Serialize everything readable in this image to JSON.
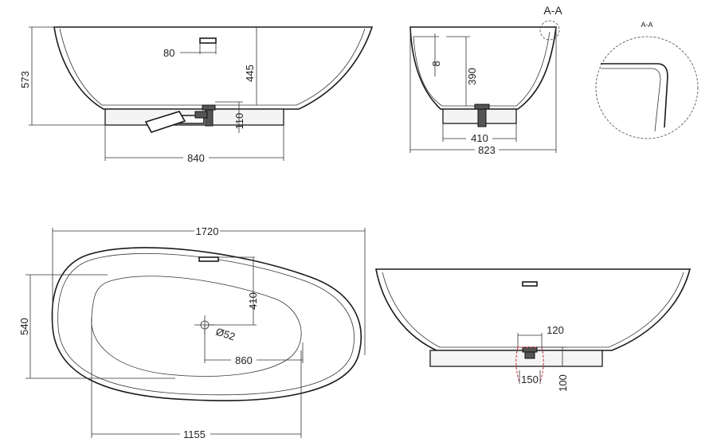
{
  "front_view": {
    "height": "573",
    "inner_depth": "445",
    "overflow_width": "80",
    "drain_height": "110",
    "base_length": "840"
  },
  "side_view": {
    "section_label": "A-A",
    "wall": "8",
    "depth": "390",
    "base_width": "410",
    "total_width": "823"
  },
  "detail": {
    "label": "A-A"
  },
  "top_view": {
    "length": "1720",
    "width": "540",
    "drain_offset": "410",
    "drain_diameter": "Ø52",
    "drain_to_end": "860",
    "inner_length": "1155"
  },
  "rear_view": {
    "drain_width": "120",
    "drain_zone": "150",
    "drain_height": "100"
  }
}
